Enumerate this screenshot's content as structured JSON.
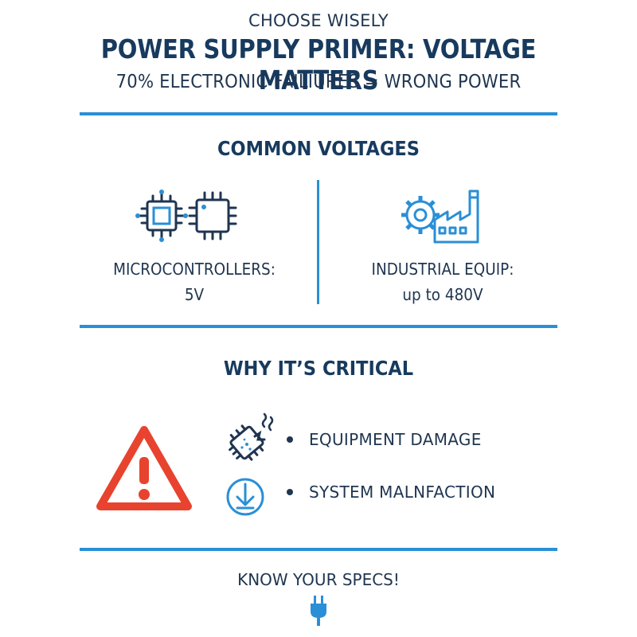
{
  "header": {
    "kicker": "CHOOSE WISELY",
    "title": "POWER SUPPLY PRIMER: VOLTAGE MATTERS",
    "subtitle": "70% ELECTRONIC FAILIURES = WRONG POWER"
  },
  "voltages": {
    "heading": "COMMON VOLTAGES",
    "left": {
      "label_line1": "MICROCONTROLLERS:",
      "label_line2": "5V",
      "icons": [
        "microchip-icon",
        "microchip-icon"
      ]
    },
    "right": {
      "label_line1": "INDUSTRIAL EQUIP:",
      "label_line2": "up to 480V",
      "icons": [
        "gear-icon",
        "factory-icon"
      ]
    }
  },
  "critical": {
    "heading": "WHY IT’S CRITICAL",
    "warning_icon": "warning-triangle-icon",
    "items": [
      {
        "text": "EQUIPMENT DAMAGE",
        "icon": "burnt-chip-icon"
      },
      {
        "text": "SYSTEM MALNFACTION",
        "icon": "down-arrow-circle-icon"
      }
    ]
  },
  "footer": {
    "text": "KNOW YOUR SPECS!",
    "icon": "plug-icon"
  },
  "colors": {
    "accent": "#2a8fd6",
    "text": "#1f3550",
    "warning": "#e8432e"
  }
}
